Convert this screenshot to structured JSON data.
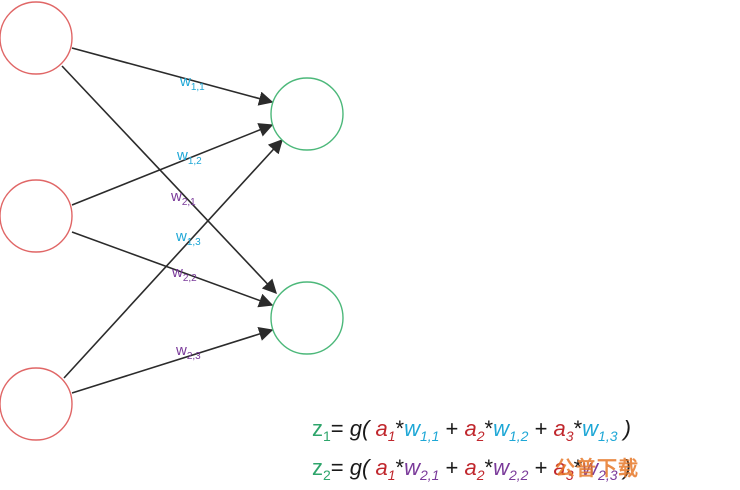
{
  "diagram": {
    "edge_labels": {
      "w11": {
        "base": "w",
        "sub": "1,1",
        "color": "#1ea7d6"
      },
      "w12": {
        "base": "w",
        "sub": "1,2",
        "color": "#1ea7d6"
      },
      "w13": {
        "base": "w",
        "sub": "1,3",
        "color": "#1ea7d6"
      },
      "w21": {
        "base": "w",
        "sub": "2,1",
        "color": "#7a3a9a"
      },
      "w22": {
        "base": "w",
        "sub": "2,2",
        "color": "#7a3a9a"
      },
      "w23": {
        "base": "w",
        "sub": "2,3",
        "color": "#7a3a9a"
      }
    },
    "colors": {
      "input_node_stroke": "#e06666",
      "output_node_stroke": "#4cb87a",
      "edge": "#2b2b2b"
    }
  },
  "formulas": {
    "z1": {
      "z": "z",
      "z_sub": "1",
      "eq": "= ",
      "g": "g( ",
      "a1": "a",
      "a1_sub": "1",
      "star1": "*",
      "w1": "w",
      "w1_sub": "1,1",
      "plus1": " + ",
      "a2": "a",
      "a2_sub": "2",
      "star2": "*",
      "w2": "w",
      "w2_sub": "1,2",
      "plus2": " + ",
      "a3": "a",
      "a3_sub": "3",
      "star3": "*",
      "w3": "w",
      "w3_sub": "1,3",
      "close": " )"
    },
    "z2": {
      "z": "z",
      "z_sub": "2",
      "eq": "= ",
      "g": "g( ",
      "a1": "a",
      "a1_sub": "1",
      "star1": "*",
      "w1": "w",
      "w1_sub": "2,1",
      "plus1": " + ",
      "a2": "a",
      "a2_sub": "2",
      "star2": "*",
      "w2": "w",
      "w2_sub": "2,2",
      "plus2": " + ",
      "a3": "a",
      "a3_sub": "3",
      "star3": "*",
      "w3": "w",
      "w3_sub": "2,3",
      "close": " )"
    }
  },
  "watermark": "公普下载"
}
